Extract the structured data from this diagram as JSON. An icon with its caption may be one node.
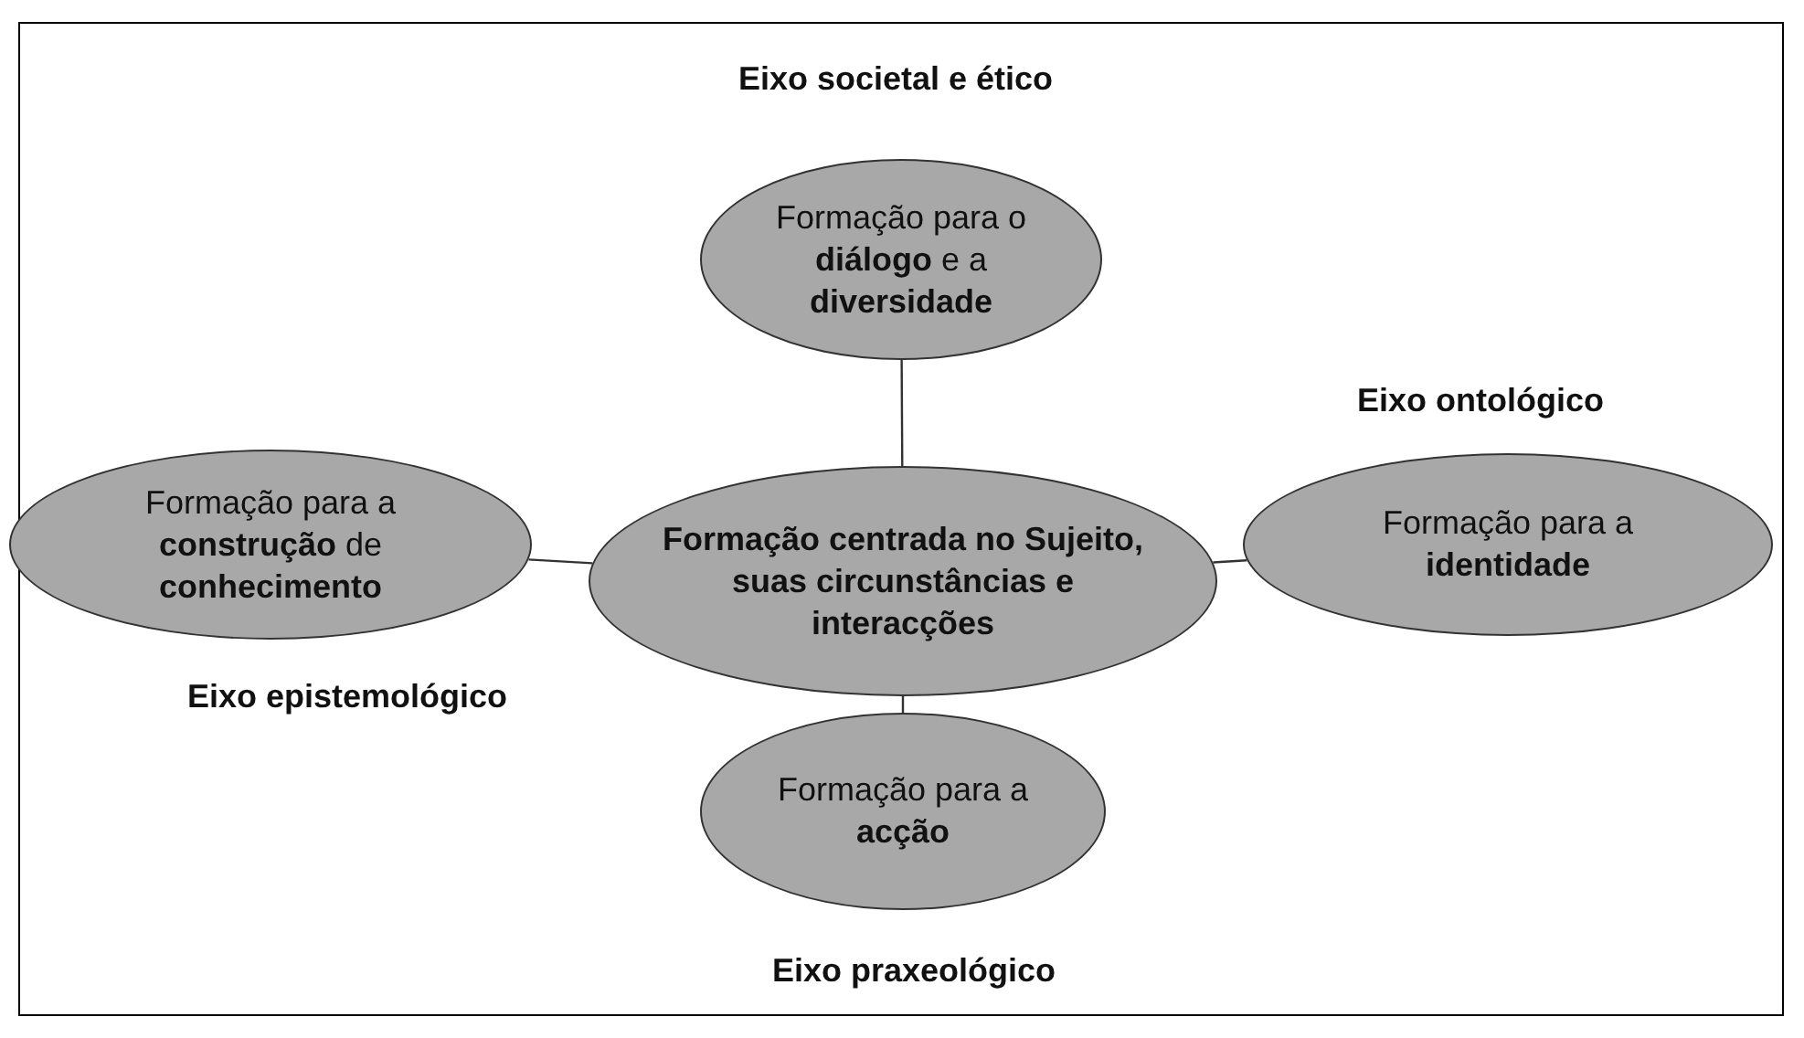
{
  "diagram": {
    "nodes": [
      {
        "text": [
          "Formação centrada no Sujeito, suas circunstâncias e interacções"
        ]
      },
      {
        "text": [
          "Formação para o **diálogo** e a **diversidade**"
        ],
        "beside": [
          "Eixo societal e ético"
        ]
      },
      {
        "text": [
          "Formação para a **construção** de **conhecimento**"
        ],
        "beside": [
          "Eixo epistemológico"
        ]
      },
      {
        "text": [
          "Formação para a **identidade**"
        ],
        "beside": [
          "Eixo ontológico"
        ]
      },
      {
        "text": [
          "Formação para a **acção**"
        ],
        "beside": [
          "Eixo praxeológico"
        ]
      }
    ],
    "edges": [
      {
        "from": 0,
        "to": 1,
        "arrow": "none"
      },
      {
        "from": 0,
        "to": 2,
        "arrow": "none"
      },
      {
        "from": 0,
        "to": 3,
        "arrow": "none"
      },
      {
        "from": 0,
        "to": 4,
        "arrow": "none"
      }
    ]
  }
}
